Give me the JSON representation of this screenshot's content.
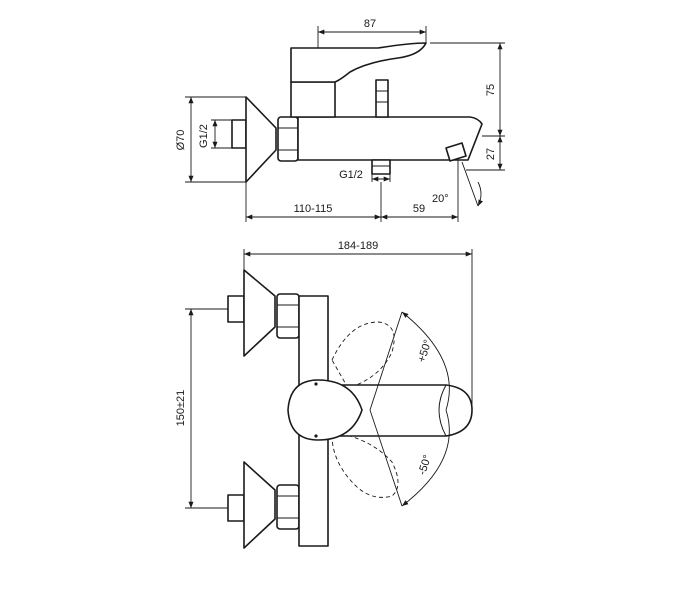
{
  "dimensions": {
    "d87": "87",
    "d75": "75",
    "d27": "27",
    "d70": "Ø70",
    "g12_side": "G1/2",
    "g12_bottom": "G1/2",
    "d110": "110-115",
    "d59": "59",
    "d20": "20°",
    "d184": "184-189",
    "d150": "150±21",
    "plus50": "+50°",
    "minus50": "-50°"
  }
}
